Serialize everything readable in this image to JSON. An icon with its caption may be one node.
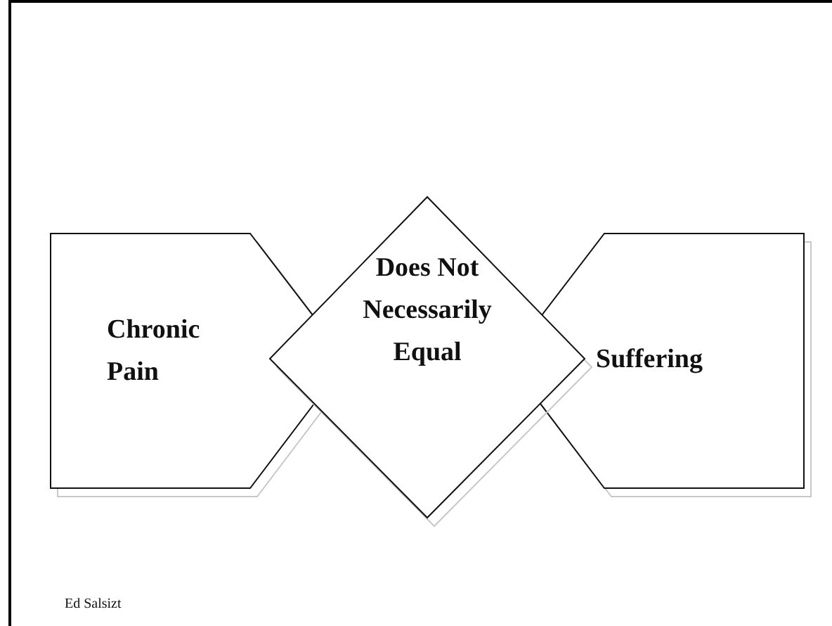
{
  "diagram": {
    "nodes": [
      {
        "text": [
          "Chronic Pain"
        ]
      },
      {
        "text": [
          "Does Not Necessarily Equal"
        ]
      },
      {
        "text": [
          "Suffering"
        ]
      }
    ],
    "labels": [
      "Ed Salsizt"
    ]
  }
}
